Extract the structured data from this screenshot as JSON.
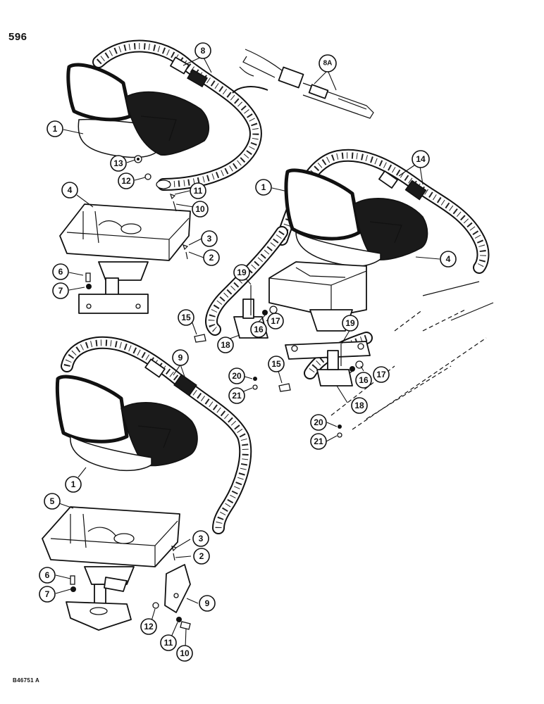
{
  "page": {
    "page_number": "596",
    "figure_code": "B46751 A"
  },
  "callouts": {
    "c8": "8",
    "c8a": "8A",
    "c1a": "1",
    "c13": "13",
    "c12a": "12",
    "c4a": "4",
    "c11a": "11",
    "c10a": "10",
    "c3a": "3",
    "c2a": "2",
    "c6a": "6",
    "c7a": "7",
    "c14": "14",
    "c1b": "1",
    "c4b": "4",
    "c19a": "19",
    "c17a": "17",
    "c16a": "16",
    "c15a": "15",
    "c18a": "18",
    "c19b": "19",
    "c17b": "17",
    "c16b": "16",
    "c15b": "15",
    "c18b": "18",
    "c20a": "20",
    "c21a": "21",
    "c20b": "20",
    "c21b": "21",
    "c9a": "9",
    "c1c": "1",
    "c5": "5",
    "c3b": "3",
    "c2b": "2",
    "c6b": "6",
    "c7b": "7",
    "c9b": "9",
    "c12b": "12",
    "c11b": "11",
    "c10b": "10"
  }
}
